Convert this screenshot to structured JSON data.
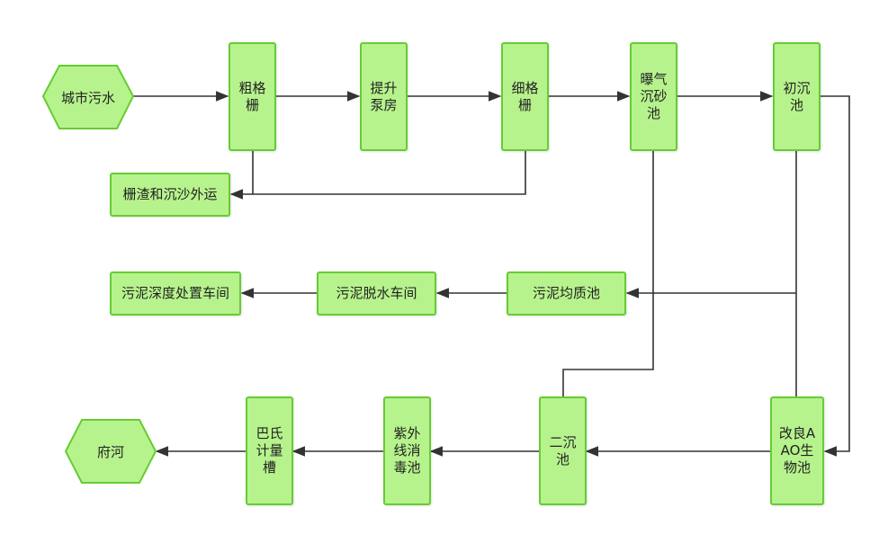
{
  "colors": {
    "fill": "#b7f38d",
    "stroke": "#66cc33",
    "arrow": "#333333"
  },
  "nodes": {
    "urban_sewage": "城市污水",
    "coarse_screen": "粗格栅",
    "lift_pump": "提升泵房",
    "fine_screen": "细格栅",
    "aerated_grit": "曝气沉砂池",
    "primary_clarifier": "初沉池",
    "screenings": "栅渣和沉沙外运",
    "sludge_deep": "污泥深度处置车间",
    "sludge_dewater": "污泥脱水车间",
    "sludge_homog": "污泥均质池",
    "fu_river": "府河",
    "parshall": "巴氏计量槽",
    "uv": "紫外线消毒池",
    "secondary": "二沉池",
    "aao": "改良AAO生物池"
  }
}
